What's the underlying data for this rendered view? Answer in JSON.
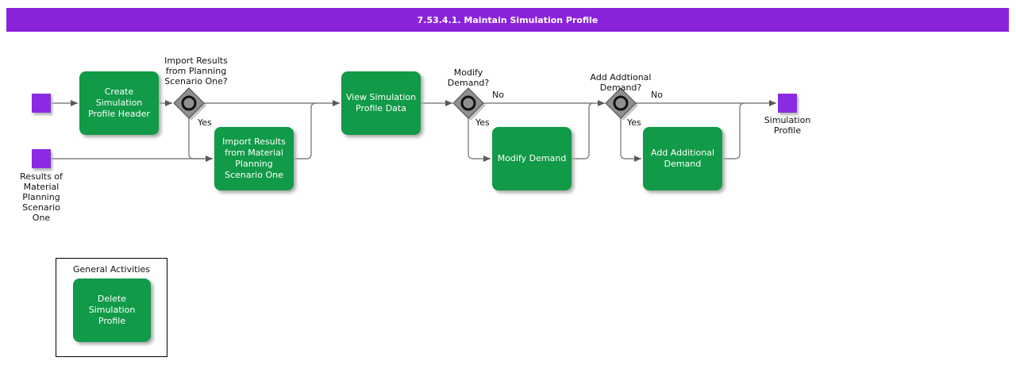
{
  "title": "7.53.4.1. Maintain Simulation Profile",
  "colors": {
    "banner": "#8A22DC",
    "activity": "#119A48",
    "event": "#8A2BE2",
    "connector": "#828282"
  },
  "activities": {
    "create_profile_header": "Create\nSimulation\nProfile Header",
    "import_results": "Import Results\nfrom Material\nPlanning\nScenario One",
    "view_profile_data": "View Simulation\nProfile Data",
    "modify_demand": "Modify Demand",
    "add_additional_demand": "Add Additional\nDemand",
    "delete_simulation_profile": "Delete\nSimulation\nProfile"
  },
  "decisions": {
    "import_results_question": "Import Results\nfrom Planning\nScenario One?",
    "modify_demand_question": "Modify\nDemand?",
    "add_additional_demand_question": "Add Addtional\nDemand?"
  },
  "edge_labels": {
    "yes": "Yes",
    "no": "No"
  },
  "events": {
    "input_label": "Results of\nMaterial\nPlanning\nScenario\nOne",
    "output_label": "Simulation\nProfile"
  },
  "general_activities_title": "General Activities"
}
